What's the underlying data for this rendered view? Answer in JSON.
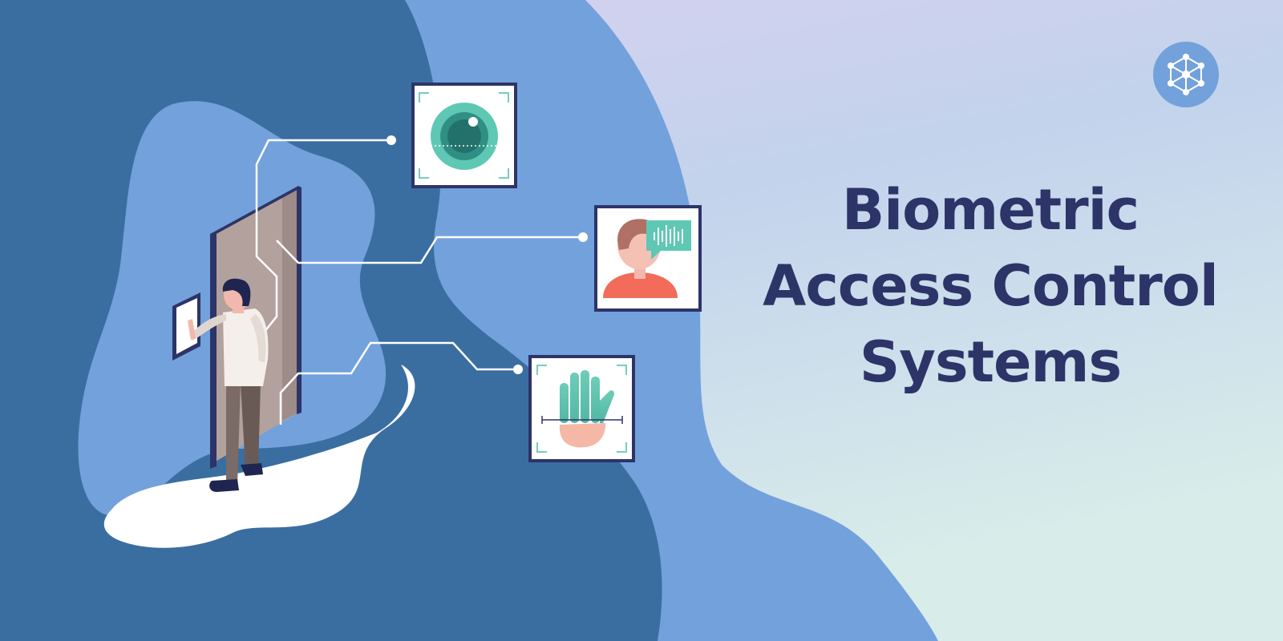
{
  "headline": {
    "line1": "Biometric",
    "line2": "Access Control",
    "line3": "Systems"
  },
  "icons": {
    "logo": "network-hexagon-icon",
    "iris": "iris-scan-icon",
    "voice": "voice-recognition-icon",
    "hand": "palm-scan-icon"
  },
  "colors": {
    "dark_blue": "#3a6ea1",
    "mid_blue": "#73a1dc",
    "navy_text": "#2d3468",
    "teal": "#5ec8b4",
    "gradient_top": "#c9c6ea",
    "gradient_bottom": "#d5eaea"
  }
}
